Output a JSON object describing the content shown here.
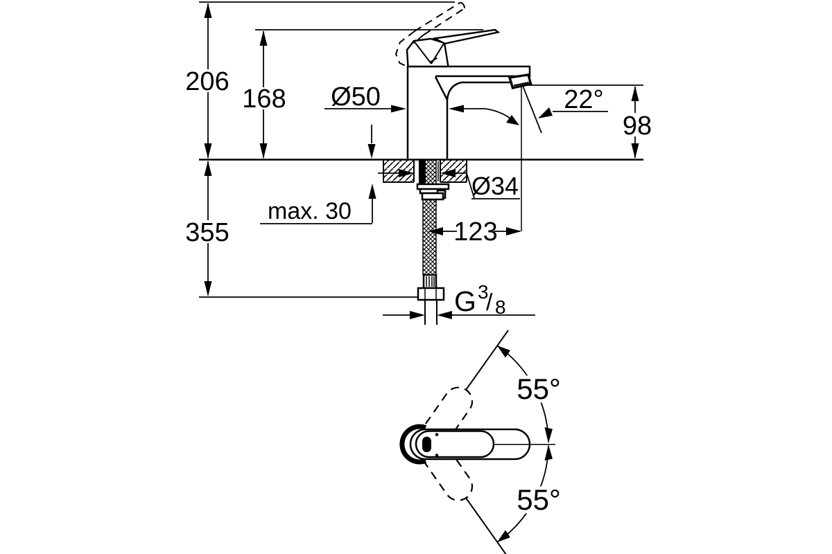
{
  "drawing": {
    "front": {
      "total_height": "206",
      "handle_height": "168",
      "body_diameter": "Ø50",
      "spout_angle": "22°",
      "outlet_height": "98",
      "below_counter_length": "355",
      "max_deck_thickness": "max. 30",
      "hole_diameter": "Ø34",
      "outlet_reach": "123",
      "thread_main": "G",
      "thread_numerator": "3",
      "thread_divider": "/",
      "thread_denominator": "8"
    },
    "plan": {
      "swivel_upper": "55°",
      "swivel_lower": "55°"
    },
    "colors": {
      "ink": "#000000",
      "paper": "#ffffff"
    }
  }
}
